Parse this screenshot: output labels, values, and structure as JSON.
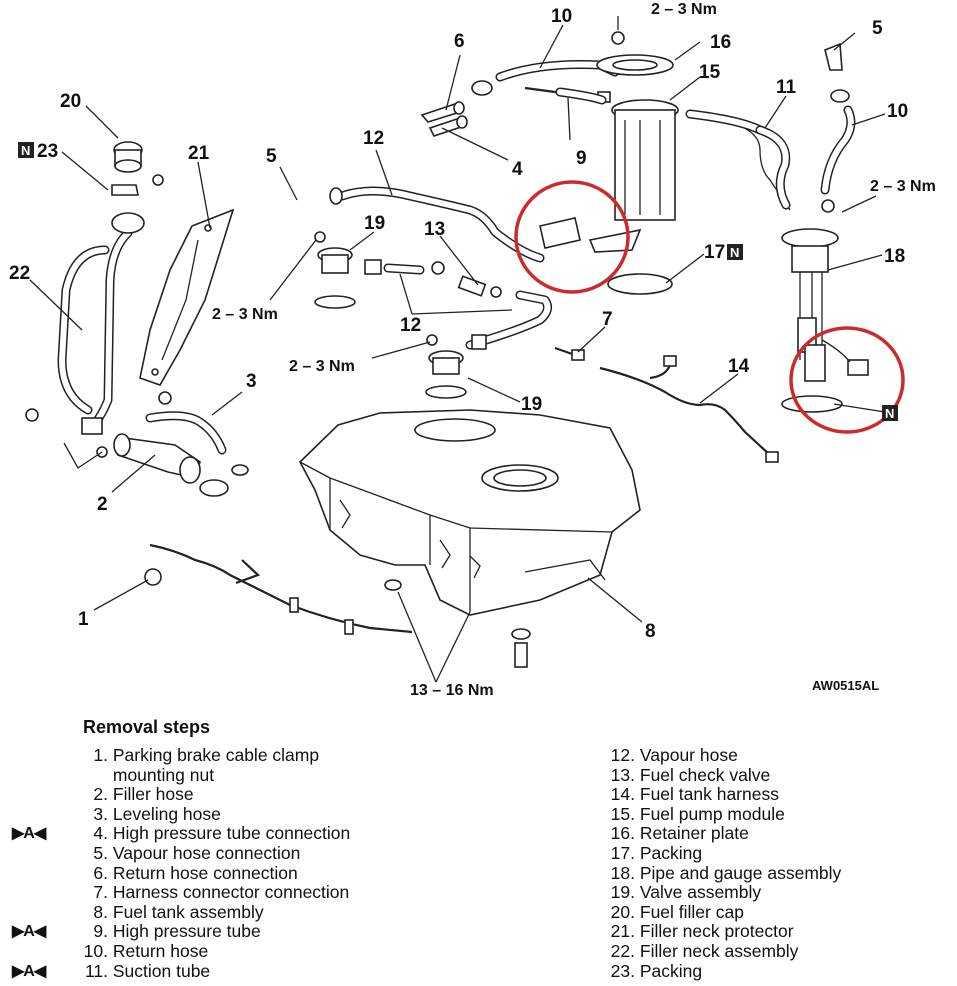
{
  "figure_code": "AW0515AL",
  "callouts": {
    "c1": "1",
    "c2": "2",
    "c3": "3",
    "c4": "4",
    "c5a": "5",
    "c5b": "5",
    "c6": "6",
    "c7": "7",
    "c8": "8",
    "c9": "9",
    "c10a": "10",
    "c10b": "10",
    "c11": "11",
    "c12a": "12",
    "c12b": "12",
    "c13": "13",
    "c14": "14",
    "c15": "15",
    "c16": "16",
    "c17": "17",
    "c18": "18",
    "c19a": "19",
    "c19b": "19",
    "c20": "20",
    "c21": "21",
    "c22": "22",
    "c23": "23"
  },
  "torque_labels": {
    "t1": "2 – 3 Nm",
    "t2": "2 – 3 Nm",
    "t3": "2 – 3 Nm",
    "t4": "2 – 3 Nm",
    "t5": "13 – 16 Nm"
  },
  "n_marker": "N",
  "legend": {
    "title": "Removal steps",
    "left_steps": [
      {
        "num": "1.",
        "text": "Parking brake cable clamp",
        "mark": ""
      },
      {
        "num": "",
        "text": "mounting nut",
        "mark": "",
        "cont": true
      },
      {
        "num": "2.",
        "text": "Filler hose",
        "mark": ""
      },
      {
        "num": "3.",
        "text": "Leveling hose",
        "mark": ""
      },
      {
        "num": "4.",
        "text": "High pressure tube connection",
        "mark": "▶A◀"
      },
      {
        "num": "5.",
        "text": "Vapour hose connection",
        "mark": ""
      },
      {
        "num": "6.",
        "text": "Return hose connection",
        "mark": ""
      },
      {
        "num": "7.",
        "text": "Harness connector connection",
        "mark": ""
      },
      {
        "num": "8.",
        "text": "Fuel tank assembly",
        "mark": ""
      },
      {
        "num": "9.",
        "text": "High pressure tube",
        "mark": "▶A◀"
      },
      {
        "num": "10.",
        "text": "Return hose",
        "mark": ""
      },
      {
        "num": "11.",
        "text": "Suction tube",
        "mark": "▶A◀"
      }
    ],
    "right_steps": [
      {
        "num": "12.",
        "text": "Vapour hose"
      },
      {
        "num": "13.",
        "text": "Fuel check valve"
      },
      {
        "num": "14.",
        "text": "Fuel tank harness"
      },
      {
        "num": "15.",
        "text": "Fuel pump module"
      },
      {
        "num": "16.",
        "text": "Retainer plate"
      },
      {
        "num": "17.",
        "text": "Packing"
      },
      {
        "num": "18.",
        "text": "Pipe and gauge assembly"
      },
      {
        "num": "19.",
        "text": "Valve assembly"
      },
      {
        "num": "20.",
        "text": "Fuel filler cap"
      },
      {
        "num": "21.",
        "text": "Filler neck protector"
      },
      {
        "num": "22.",
        "text": "Filler neck assembly"
      },
      {
        "num": "23.",
        "text": "Packing"
      }
    ]
  },
  "colors": {
    "highlight": "#cc2b2b",
    "ink": "#222222"
  }
}
